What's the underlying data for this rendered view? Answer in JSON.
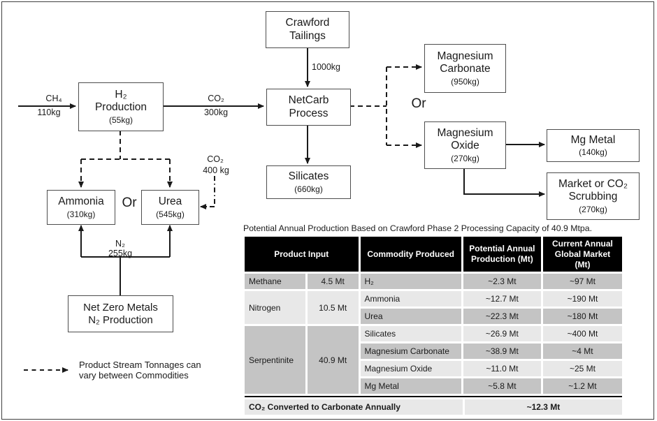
{
  "diagram": {
    "boxes": {
      "crawford": {
        "lines": [
          "Crawford",
          "Tailings"
        ]
      },
      "h2prod": {
        "lines": [
          "H₂",
          "Production"
        ],
        "amount": "(55kg)"
      },
      "netcarb": {
        "lines": [
          "NetCarb",
          "Process"
        ]
      },
      "silicates": {
        "lines": [
          "Silicates"
        ],
        "amount": "(660kg)"
      },
      "mgcarb": {
        "lines": [
          "Magnesium",
          "Carbonate"
        ],
        "amount": "(950kg)"
      },
      "mgox": {
        "lines": [
          "Magnesium",
          "Oxide"
        ],
        "amount": "(270kg)"
      },
      "mgmetal": {
        "lines": [
          "Mg Metal"
        ],
        "amount": "(140kg)"
      },
      "market": {
        "lines": [
          "Market or CO₂",
          "Scrubbing"
        ],
        "amount": "(270kg)"
      },
      "ammonia": {
        "lines": [
          "Ammonia"
        ],
        "amount": "(310kg)"
      },
      "urea": {
        "lines": [
          "Urea"
        ],
        "amount": "(545kg)"
      },
      "netzero": {
        "lines": [
          "Net Zero Metals",
          "N₂ Production"
        ]
      }
    },
    "labels": {
      "ch4": {
        "formula": "CH₄",
        "amount": "110kg"
      },
      "co2_300": {
        "formula": "CO₂",
        "amount": "300kg"
      },
      "co2_400": {
        "formula": "CO₂",
        "amount": "400 kg"
      },
      "n2_255": {
        "formula": "N₂",
        "amount": "255kg"
      },
      "tailings_amount": "1000kg",
      "or_left": "Or",
      "or_right": "Or"
    },
    "legend": {
      "line1": "Product Stream Tonnages can",
      "line2": "vary between Commodities"
    }
  },
  "table": {
    "title": "Potential Annual Production Based on Crawford Phase 2 Processing Capacity of 40.9 Mtpa.",
    "headers": {
      "product_input": "Product Input",
      "commodity": "Commodity Produced",
      "production": "Potential Annual Production (Mt)",
      "market": "Current Annual Global Market (Mt)"
    },
    "input_groups": [
      {
        "name": "Methane",
        "amount": "4.5 Mt"
      },
      {
        "name": "Nitrogen",
        "amount": "10.5 Mt"
      },
      {
        "name": "Serpentinite",
        "amount": "40.9 Mt"
      }
    ],
    "rows": [
      {
        "commodity": "H₂",
        "production": "~2.3 Mt",
        "market": "~97 Mt"
      },
      {
        "commodity": "Ammonia",
        "production": "~12.7 Mt",
        "market": "~190 Mt"
      },
      {
        "commodity": "Urea",
        "production": "~22.3 Mt",
        "market": "~180 Mt"
      },
      {
        "commodity": "Silicates",
        "production": "~26.9 Mt",
        "market": "~400 Mt"
      },
      {
        "commodity": "Magnesium Carbonate",
        "production": "~38.9 Mt",
        "market": "~4 Mt"
      },
      {
        "commodity": "Magnesium Oxide",
        "production": "~11.0 Mt",
        "market": "~25 Mt"
      },
      {
        "commodity": "Mg Metal",
        "production": "~5.8 Mt",
        "market": "~1.2 Mt"
      }
    ],
    "footer": {
      "label": "CO₂ Converted to Carbonate Annually",
      "value": "~12.3 Mt"
    }
  },
  "colors": {
    "header_bg": "#000000",
    "header_text": "#ffffff",
    "row_dark": "#c4c4c4",
    "row_light": "#e8e8e8",
    "line": "#1a1a1a",
    "box_border": "#4d4d4d"
  }
}
